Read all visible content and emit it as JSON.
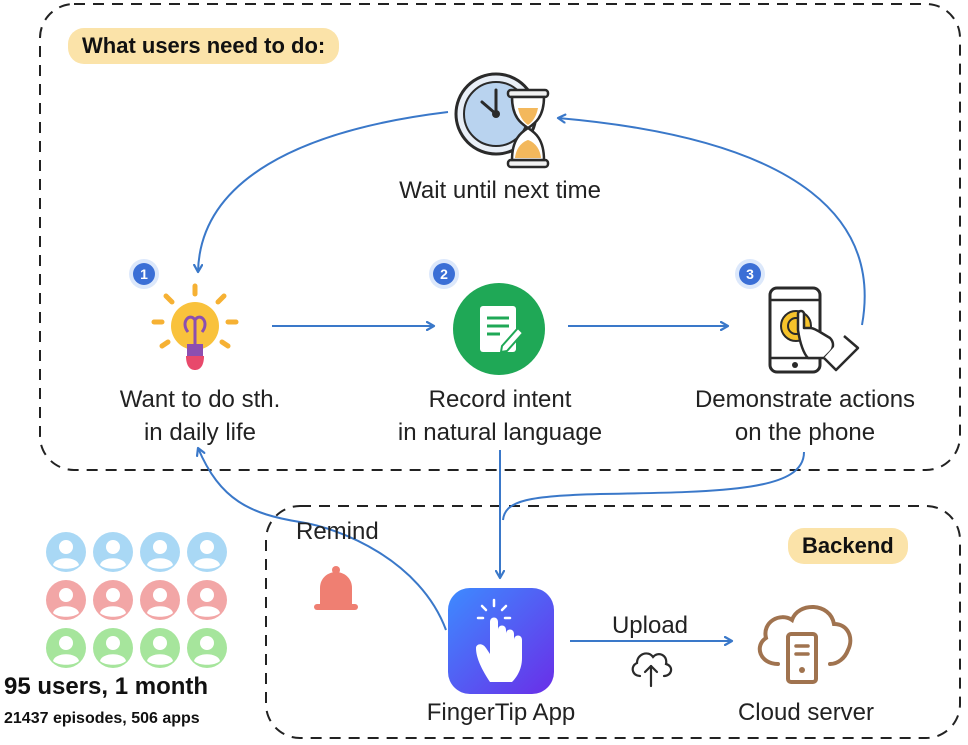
{
  "user_section": {
    "title": "What users need to do:"
  },
  "backend_section": {
    "title": "Backend"
  },
  "wait_step": {
    "label": "Wait until next time",
    "icon": "hourglass-clock-icon"
  },
  "steps": [
    {
      "number": "1",
      "label_line1": "Want to do sth.",
      "label_line2": "in daily life",
      "icon": "lightbulb-icon"
    },
    {
      "number": "2",
      "label_line1": "Record intent",
      "label_line2": "in natural language",
      "icon": "notepad-icon"
    },
    {
      "number": "3",
      "label_line1": "Demonstrate actions",
      "label_line2": "on the phone",
      "icon": "phone-tap-icon"
    }
  ],
  "remind": {
    "label": "Remind",
    "icon": "bell-icon"
  },
  "app": {
    "label": "FingerTip App",
    "icon": "fingertip-app-icon"
  },
  "upload": {
    "label": "Upload",
    "icon": "cloud-upload-icon"
  },
  "cloud": {
    "label": "Cloud server",
    "icon": "cloud-server-icon"
  },
  "stats": {
    "users": "95 users, 1 month",
    "details": "21437 episodes, 506 apps"
  },
  "colors": {
    "arrow": "#3a78c9",
    "tag_bg": "#fbe3a9",
    "badge": "#3b6fd6",
    "user_blue": "#a9d8f5",
    "user_red": "#f2a6a6",
    "user_green": "#a6e59c",
    "bell": "#ef7f72",
    "app_gradient": [
      "#3d8bff",
      "#6a2ee8"
    ],
    "notepad": "#1fa856",
    "cloud_brown": "#a0734f"
  }
}
